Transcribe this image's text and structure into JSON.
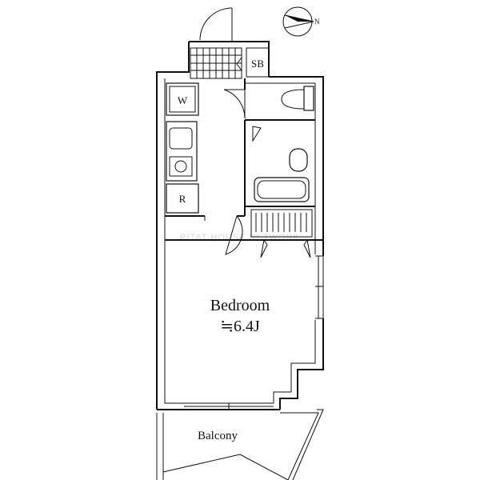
{
  "labels": {
    "shoe_box": "SB",
    "washer": "W",
    "refrigerator": "R",
    "room_name": "Bedroom",
    "room_size": "≒6.4J",
    "balcony": "Balcony"
  },
  "compass": {
    "north_label": "N"
  },
  "watermark": "PITAT HOUSE NETWORK"
}
